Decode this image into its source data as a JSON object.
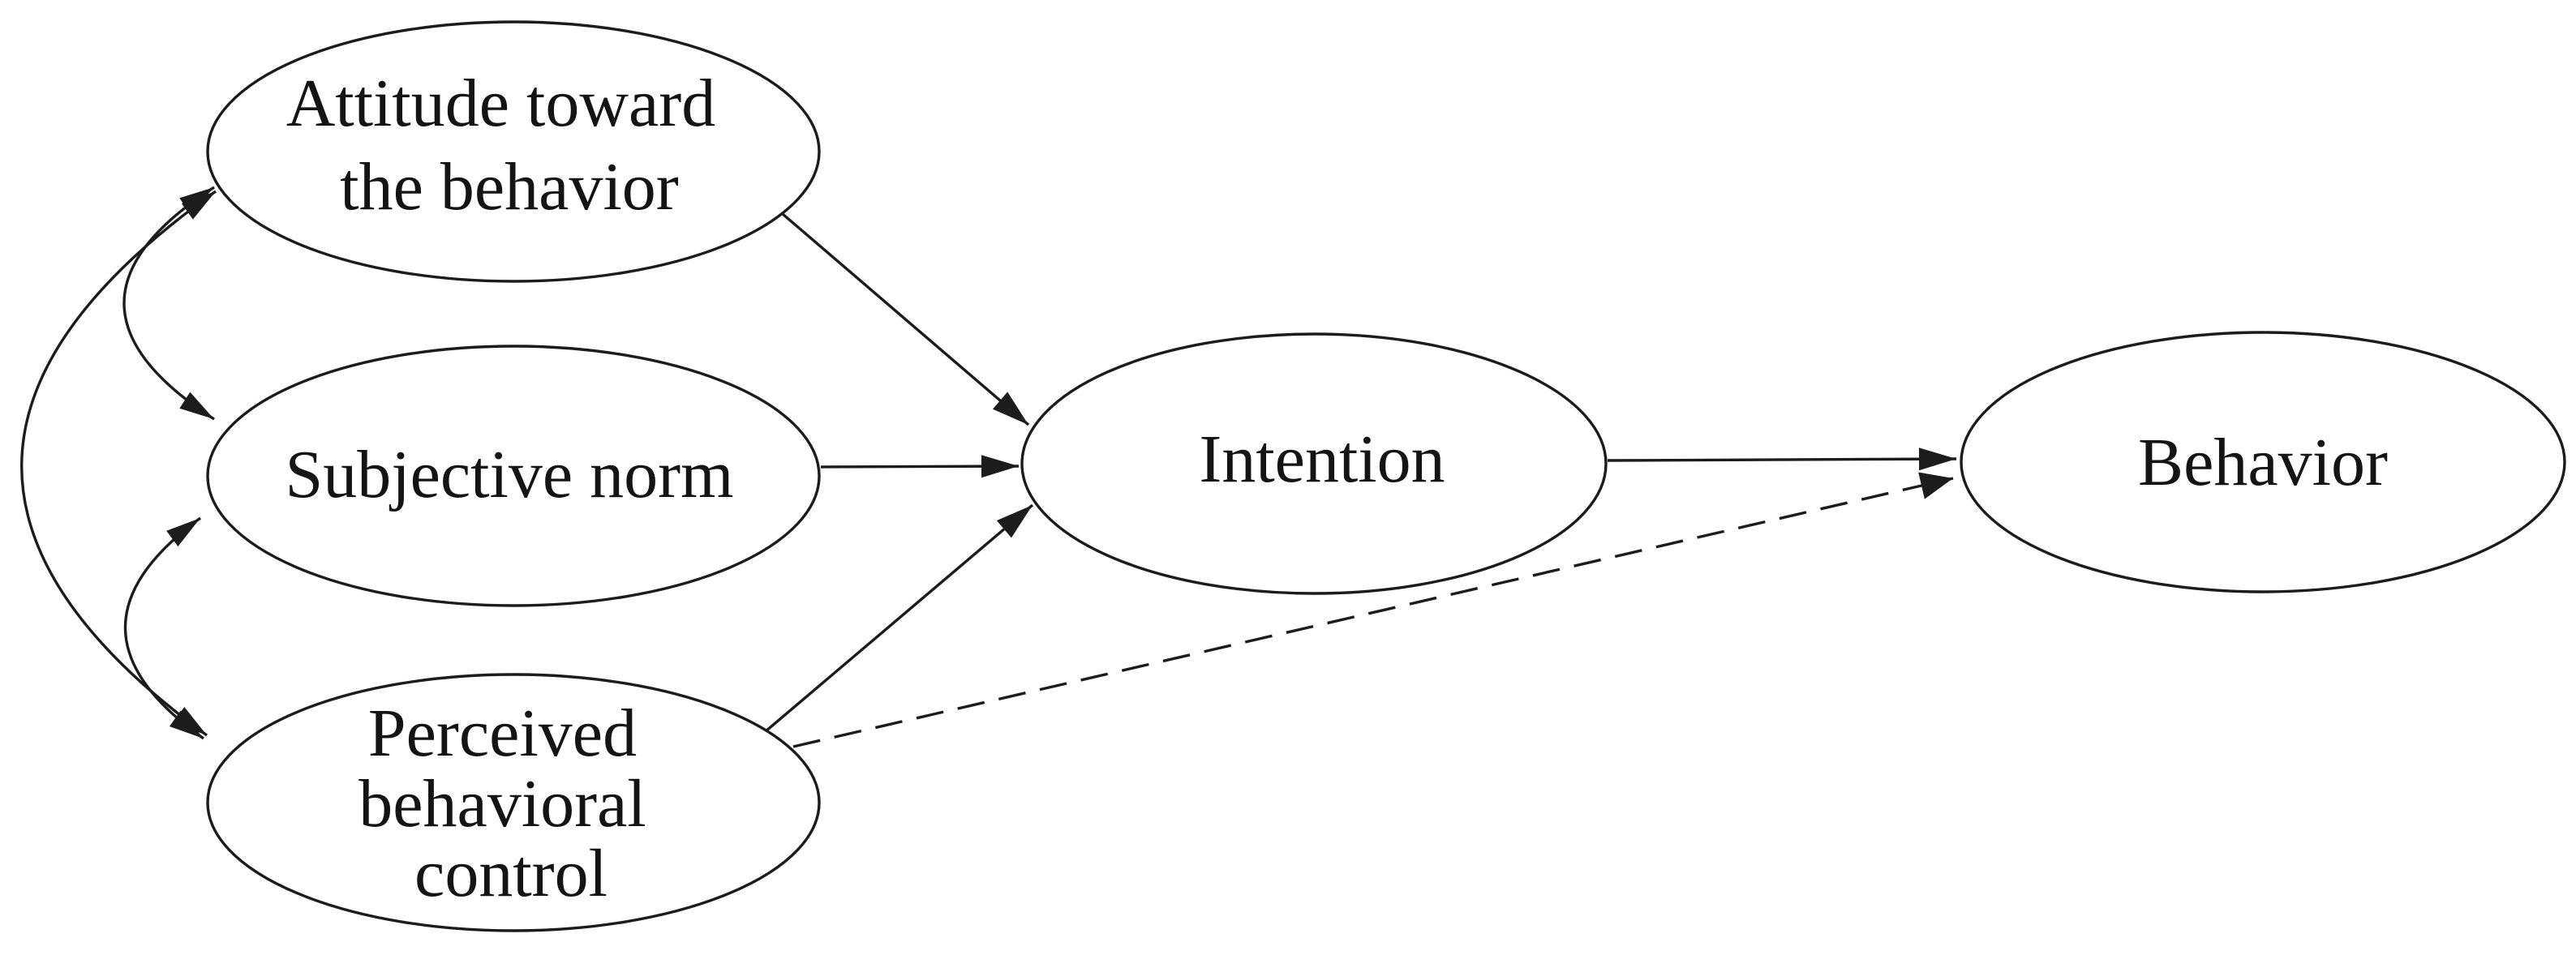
{
  "figure": {
    "background": "#ffffff",
    "ink": "#1c1c1c",
    "text_color": "#141414"
  },
  "nodes": {
    "attitude": {
      "label": "Attitude toward the behavior",
      "lines": [
        "Attitude toward",
        "the behavior"
      ],
      "shape": "ellipse"
    },
    "subjective_norm": {
      "label": "Subjective norm",
      "lines": [
        "Subjective norm"
      ],
      "shape": "ellipse"
    },
    "perceived_behavioral_control": {
      "label": "Perceived behavioral control",
      "lines": [
        "Perceived",
        "behavioral",
        "control"
      ],
      "shape": "ellipse"
    },
    "intention": {
      "label": "Intention",
      "lines": [
        "Intention"
      ],
      "shape": "ellipse"
    },
    "behavior": {
      "label": "Behavior",
      "lines": [
        "Behavior"
      ],
      "shape": "ellipse"
    }
  },
  "edges": [
    {
      "from": "attitude",
      "to": "intention",
      "style": "solid",
      "arrows": "end",
      "shape": "straight"
    },
    {
      "from": "subjective_norm",
      "to": "intention",
      "style": "solid",
      "arrows": "end",
      "shape": "straight"
    },
    {
      "from": "perceived_behavioral_control",
      "to": "intention",
      "style": "solid",
      "arrows": "end",
      "shape": "straight"
    },
    {
      "from": "intention",
      "to": "behavior",
      "style": "solid",
      "arrows": "end",
      "shape": "straight"
    },
    {
      "from": "perceived_behavioral_control",
      "to": "behavior",
      "style": "dashed",
      "arrows": "end",
      "shape": "straight"
    },
    {
      "from": "attitude",
      "to": "subjective_norm",
      "style": "solid",
      "arrows": "both",
      "shape": "curved"
    },
    {
      "from": "subjective_norm",
      "to": "perceived_behavioral_control",
      "style": "solid",
      "arrows": "both",
      "shape": "curved"
    },
    {
      "from": "attitude",
      "to": "perceived_behavioral_control",
      "style": "solid",
      "arrows": "both",
      "shape": "curved"
    }
  ]
}
